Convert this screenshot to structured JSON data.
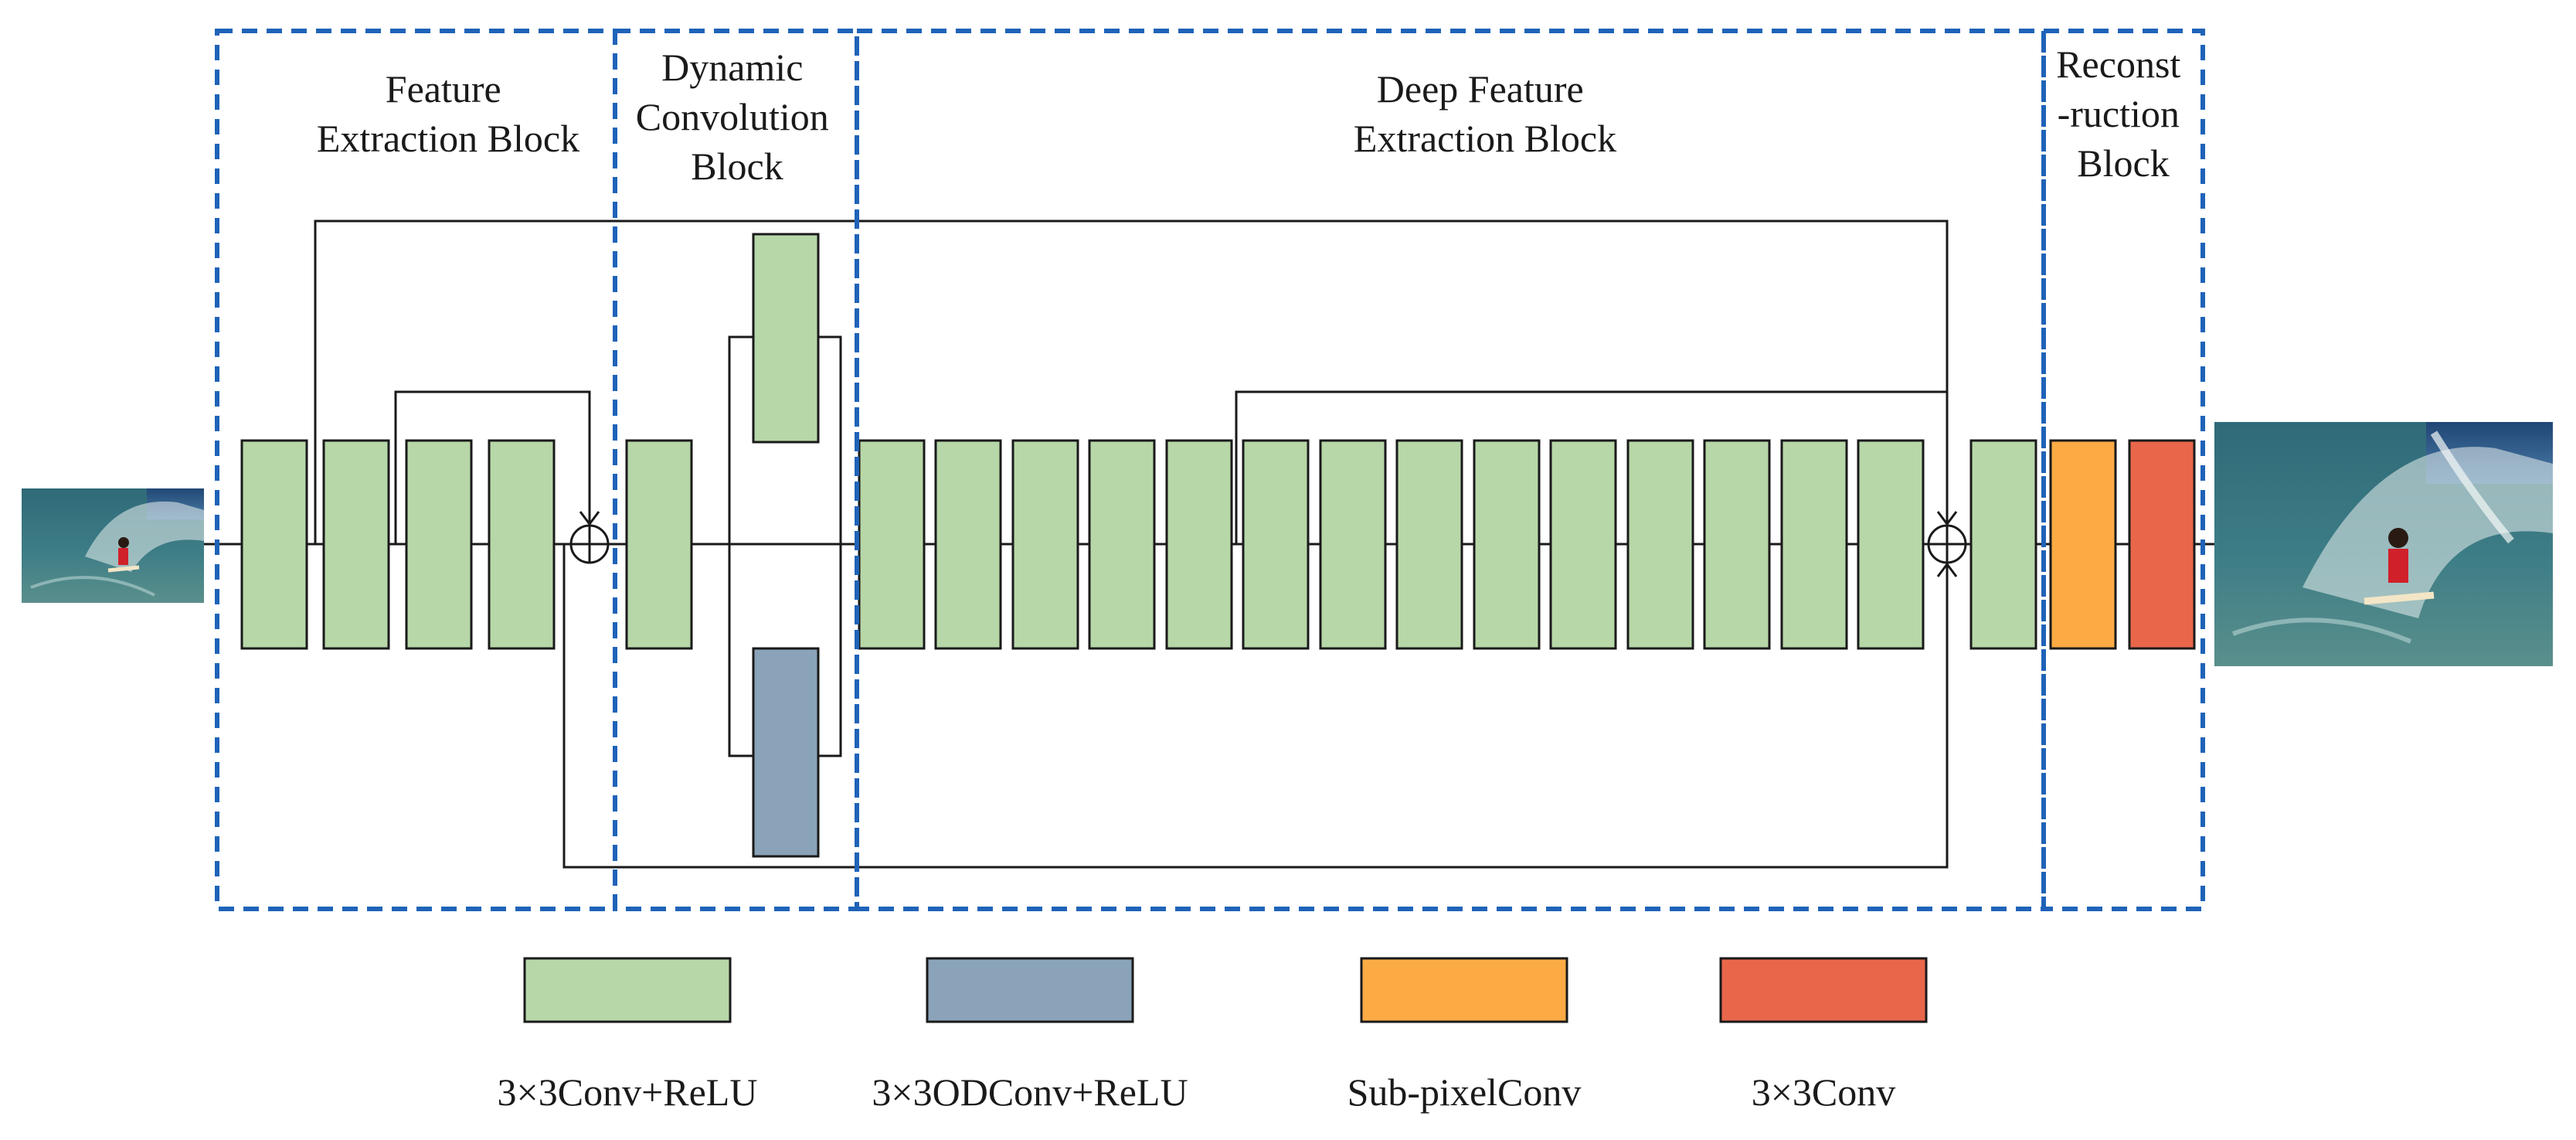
{
  "blocks": [
    {
      "id": "feature-extraction",
      "title_lines": [
        "Feature",
        "Extraction Block"
      ]
    },
    {
      "id": "dynamic-convolution",
      "title_lines": [
        "Dynamic",
        "Convolution",
        "Block"
      ]
    },
    {
      "id": "deep-feature-extraction",
      "title_lines": [
        "Deep Feature",
        "Extraction Block"
      ]
    },
    {
      "id": "reconstruction",
      "title_lines": [
        "Reconst",
        "-ruction",
        "Block"
      ]
    }
  ],
  "legend": [
    {
      "label": "3×3Conv+ReLU",
      "color": "#b7d7a8"
    },
    {
      "label": "3×3ODConv+ReLU",
      "color": "#8aa3b8"
    },
    {
      "label": "Sub-pixelConv",
      "color": "#fcab44"
    },
    {
      "label": "3×3Conv",
      "color": "#e8674b"
    }
  ],
  "colors": {
    "block_border": "#1f63b8",
    "line": "#1a1a1a",
    "conv_relu": "#b7d7a8",
    "odconv_relu": "#8aa3b8",
    "subpixel": "#fcab44",
    "conv": "#e8674b"
  },
  "images": {
    "input": "surfer-low-resolution-input",
    "output": "surfer-high-resolution-output"
  }
}
